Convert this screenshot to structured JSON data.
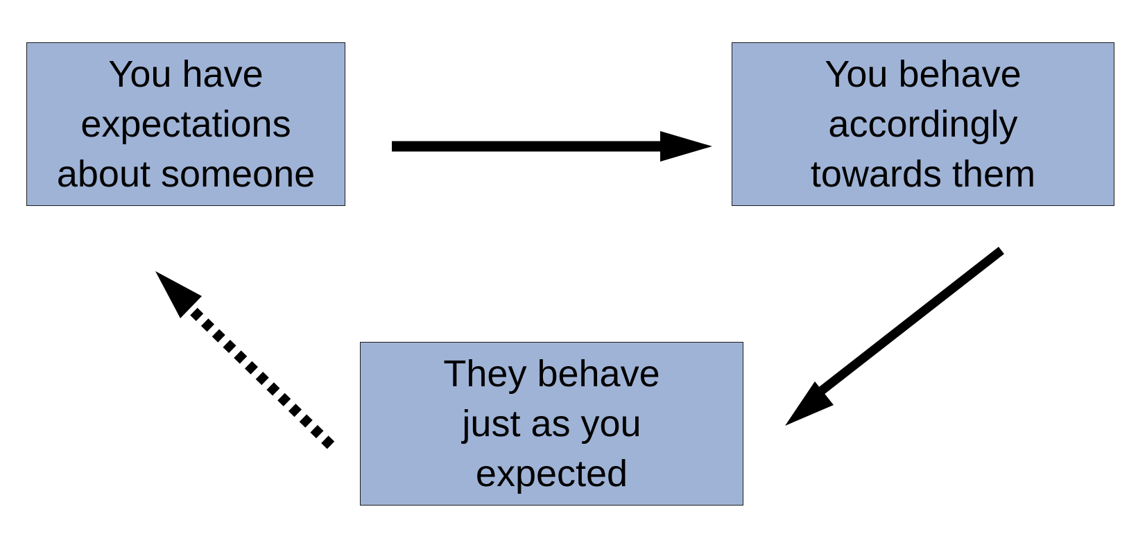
{
  "colors": {
    "box_fill": "#9fb3d6",
    "box_border": "#1a1a1a",
    "arrow": "#000000",
    "background": "#ffffff"
  },
  "nodes": [
    {
      "id": "expectations",
      "lines": [
        "You have",
        "expectations",
        "about someone"
      ]
    },
    {
      "id": "behave",
      "lines": [
        "You behave",
        "accordingly",
        "towards them"
      ]
    },
    {
      "id": "they",
      "lines": [
        "They behave",
        "just as you",
        "expected"
      ]
    }
  ],
  "edges": [
    {
      "from": "expectations",
      "to": "behave",
      "style": "solid"
    },
    {
      "from": "behave",
      "to": "they",
      "style": "solid"
    },
    {
      "from": "they",
      "to": "expectations",
      "style": "dotted"
    }
  ]
}
